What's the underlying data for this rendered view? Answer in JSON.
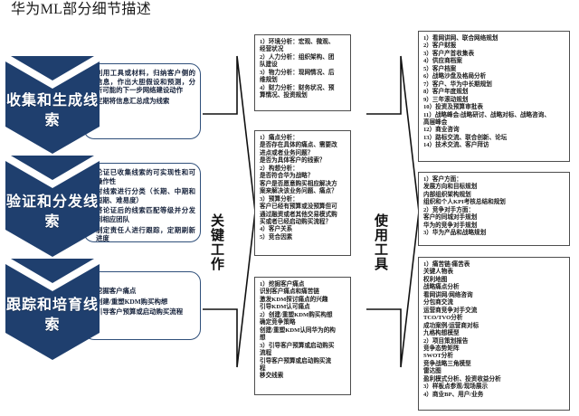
{
  "title": "华为ML部分细节描述",
  "theme": {
    "banner_fill": "#1F3F6E",
    "banner_fill_dark": "#173356",
    "card_border": "#2F4F7A",
    "box_border": "#4D4D4D",
    "text": "#1A1A1A"
  },
  "stages": [
    {
      "name": "收集和生成线索",
      "bullets": [
        "利用工具或材料，归纳客户侧的信息，作出大胆假设和预测，分析可能的下一步网络建设动作",
        "定期将信息汇总成为线索"
      ]
    },
    {
      "name": "验证和分发线索",
      "bullets": [
        "论证已收集线索的可实现性和可操作性",
        "对线索进行分类（长期、中期和短期、难易度）",
        "将论证后的线索匹配等级并分发到相应团队",
        "制定责任人进行跟踪，定期刷新进度"
      ]
    },
    {
      "name": "跟踪和培育线索",
      "bullets": [
        "挖掘客户痛点",
        "创建/重塑KDM购买构想",
        "引导客户预算或启动购买流程"
      ]
    }
  ],
  "arrows": [
    {
      "label": "关键工作"
    },
    {
      "label": "使用工具"
    }
  ],
  "key_work_boxes": [
    {
      "lines": [
        "1）环境分析：宏观、微观、",
        "经营状况",
        "2）人力分析：组织架构、团",
        "队建设",
        "3）物力分析：现网情况、后",
        "维规划",
        "4）财力分析：财务状况、预",
        "算情况、投资规划"
      ]
    },
    {
      "lines": [
        "1）痛点分析：",
        "是否存在具体的痛点、需要改",
        "进点或者业务问题？",
        "是否为具体客户的线索？",
        "2）构想分析：",
        "是否符合华为战略？",
        "客户是否愿意购买相应解决方",
        "案来解决该业务问题、痛点？",
        "3）预算分析：",
        "客户已经有预算或没预算但可",
        "通过融资或者其他交易模式购",
        "买或者已经启动购买流程？",
        "4）客户关系",
        "5）竞合因素"
      ]
    },
    {
      "lines": [
        "1）挖掘客户痛点",
        "识别客户痛点和痛苦链",
        "激发KDM探讨痛点的兴趣",
        "引导KDM认可痛点",
        "2）创建/重塑KDM购买构想",
        "确定竞争策略",
        "创建/重塑KDM认同华为的构",
        "想",
        "3）引导客户预算或启动购买",
        "流程",
        "引导客户预算或启动购买流",
        "程",
        "移交线索"
      ]
    }
  ],
  "tool_boxes": [
    {
      "lines": [
        "1）看网讲网、联合网络规划",
        "2）客户财报",
        "3）客户产首收集表",
        "4）供应商档案",
        "5）客户档案",
        "6）战略沙盘及格局分析",
        "7）客户、华为中长期规划",
        "8）客户年度规划",
        "9）三年滚动规划",
        "10）投资及预算审批表",
        "11）战略峰会/战略研讨、战略对标、战略咨询、",
        "高层峰会",
        "12）商业咨询",
        "13）路标交流、联合创新、论坛",
        "14）技术交流、客户拜访"
      ]
    },
    {
      "lines": [
        "1）客户方面：",
        "发展方向和目标规划",
        "内部组织架构规划",
        "组织和个人KPI考核总结和规划",
        "2）竞争对手方面：",
        "客户的同城对手规划",
        "华为的竞争对手规划",
        "3）华为产品和战略规划"
      ]
    },
    {
      "lines": [
        "1）痛苦链/痛苦表",
        "关键人物表",
        "权利地图",
        "战略痛点分析",
        "看网讲网/网络咨询",
        "分包商交流",
        "运营商竞争对手交流",
        "TCO/TVO分析",
        "成功案例/运营商对标",
        "九格构想模型",
        "2）项目策划报告",
        "竞争态势矩阵",
        "SWOT分析",
        "竞争战略三角模型",
        "雷达图",
        "盈利模式分析、投资收益分析",
        "3）样板点参观/现场展示",
        "4）商业BP、用户/业务"
      ]
    }
  ]
}
